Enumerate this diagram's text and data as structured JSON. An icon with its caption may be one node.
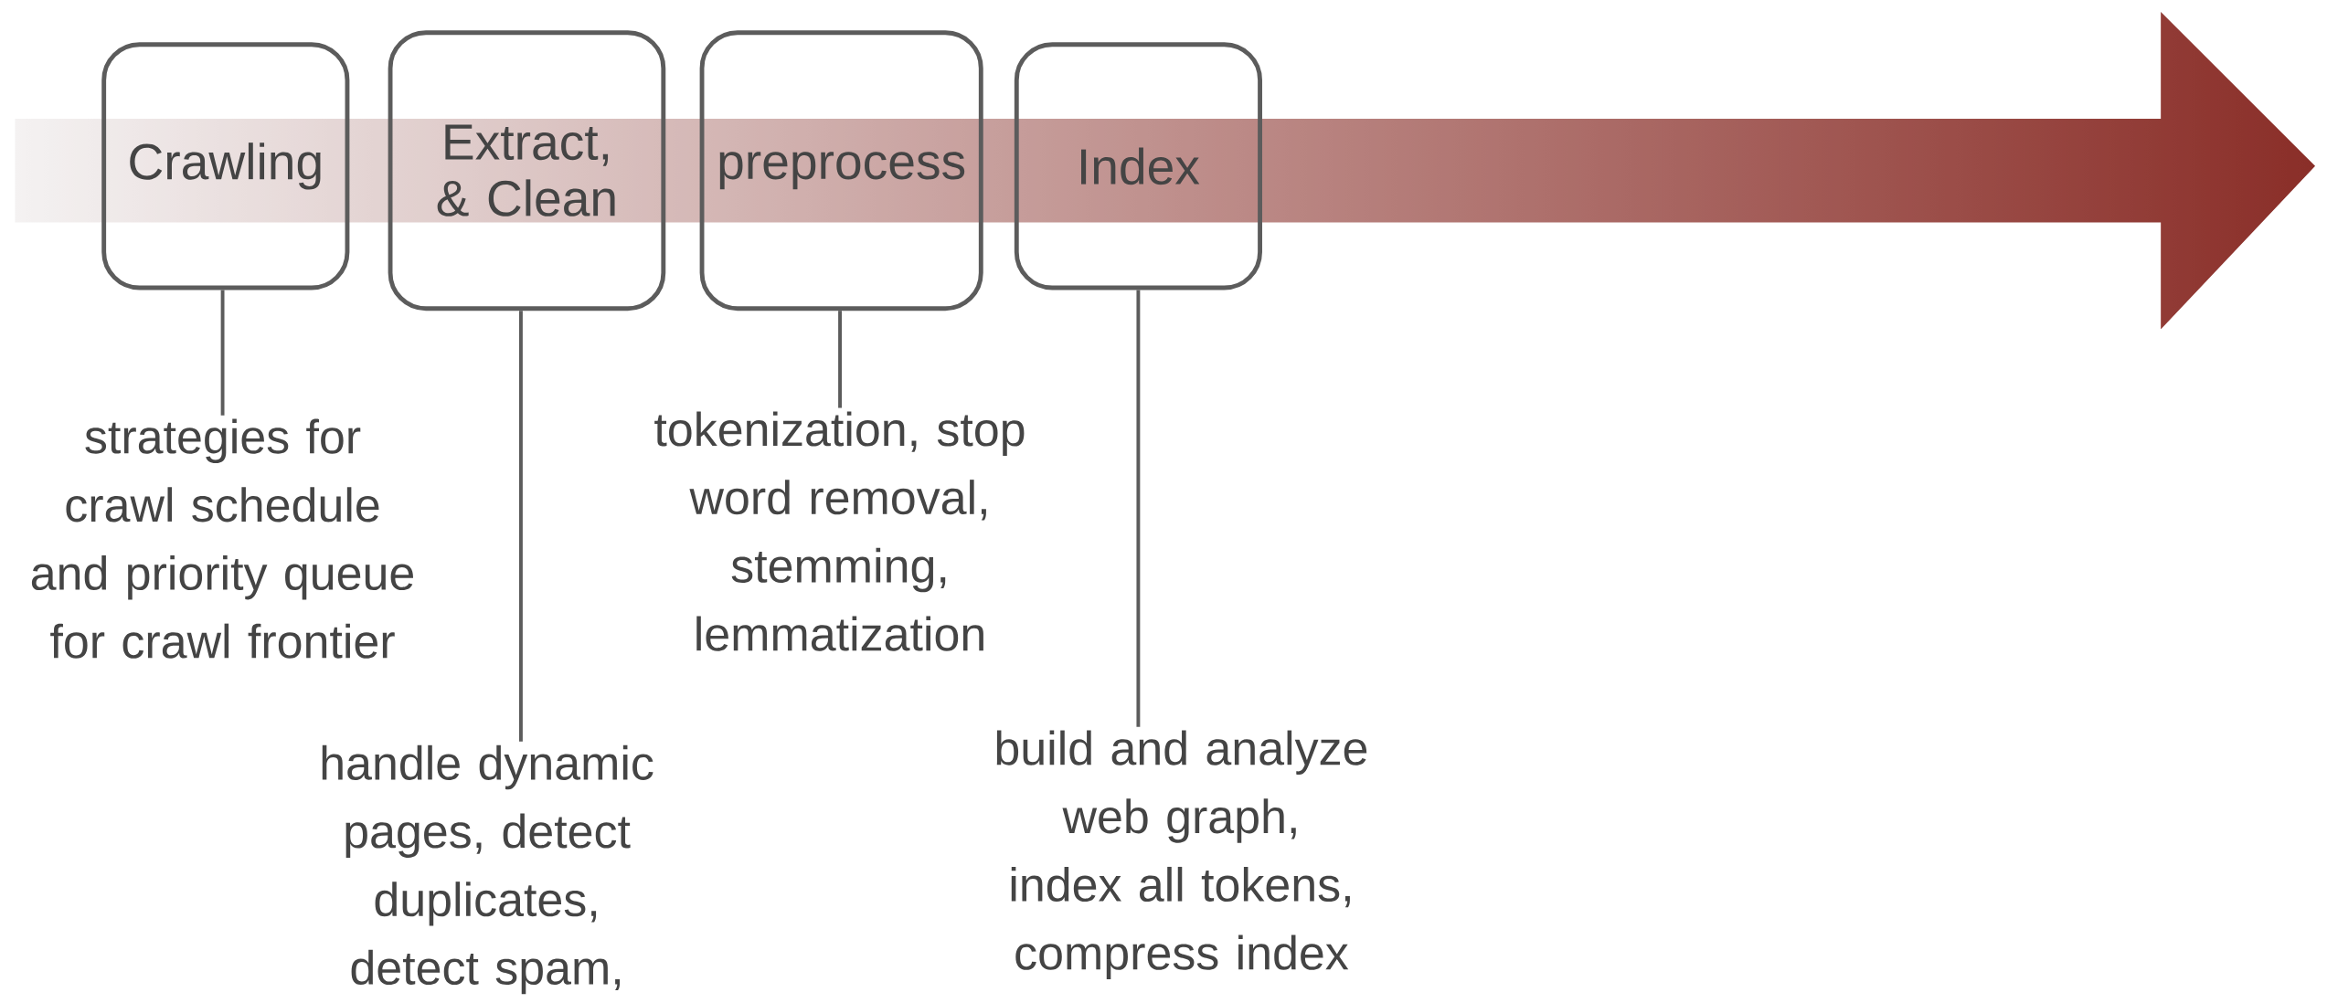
{
  "diagram": {
    "nodes": [
      {
        "text": [
          "Crawling"
        ]
      },
      {
        "text": [
          "Extract, & Clean"
        ]
      },
      {
        "text": [
          "preprocess"
        ]
      },
      {
        "text": [
          "Index"
        ]
      },
      {
        "text": [
          "strategies for crawl schedule and priority queue for crawl frontier"
        ]
      },
      {
        "text": [
          "handle dynamic pages, detect duplicates, detect spam,"
        ]
      },
      {
        "text": [
          "tokenization, stop word removal, stemming, lemmatization"
        ]
      },
      {
        "text": [
          "build and analyze web graph, index all tokens, compress index"
        ]
      }
    ],
    "edges": [
      {
        "from": 4,
        "to": 0,
        "arrow": "none"
      },
      {
        "from": 5,
        "to": 1,
        "arrow": "none"
      },
      {
        "from": 6,
        "to": 2,
        "arrow": "none"
      },
      {
        "from": 7,
        "to": 3,
        "arrow": "none"
      }
    ]
  }
}
